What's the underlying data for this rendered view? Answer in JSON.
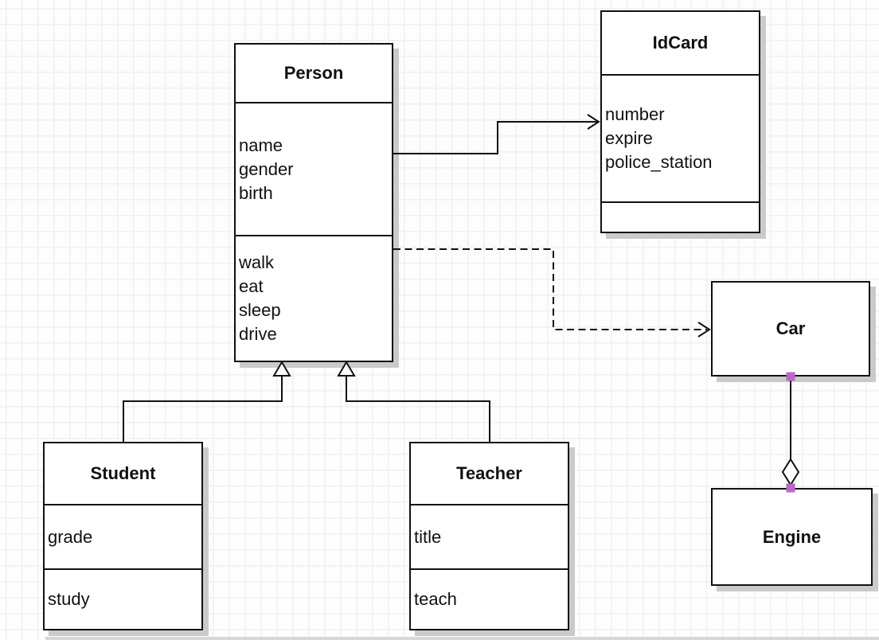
{
  "diagram": {
    "classes": [
      {
        "name": "Person",
        "attributes": [
          "name",
          "gender",
          "birth"
        ],
        "methods": [
          "walk",
          "eat",
          "sleep",
          "drive"
        ]
      },
      {
        "name": "IdCard",
        "attributes": [
          "number",
          "expire",
          "police_station"
        ],
        "methods": []
      },
      {
        "name": "Car",
        "attributes": [],
        "methods": []
      },
      {
        "name": "Engine",
        "attributes": [],
        "methods": []
      },
      {
        "name": "Student",
        "attributes": [
          "grade"
        ],
        "methods": [
          "study"
        ]
      },
      {
        "name": "Teacher",
        "attributes": [
          "title"
        ],
        "methods": [
          "teach"
        ]
      }
    ],
    "relationships": [
      {
        "from": "Person",
        "to": "IdCard",
        "type": "association",
        "line": "solid",
        "end": "open-arrow"
      },
      {
        "from": "Person",
        "to": "Car",
        "type": "dependency",
        "line": "dashed",
        "end": "open-arrow"
      },
      {
        "from": "Student",
        "to": "Person",
        "type": "generalization",
        "line": "solid",
        "end": "hollow-triangle"
      },
      {
        "from": "Teacher",
        "to": "Person",
        "type": "generalization",
        "line": "solid",
        "end": "hollow-triangle"
      },
      {
        "from": "Car",
        "to": "Engine",
        "type": "aggregation",
        "line": "solid",
        "end": "hollow-diamond"
      }
    ],
    "colors": {
      "line": "#111111",
      "box_fill": "#ffffff",
      "box_shadow": "#cacaca",
      "endpoint_handle": "#ba68c8",
      "grid_line": "#f0f0f2",
      "background": "#fdfdfe"
    }
  }
}
